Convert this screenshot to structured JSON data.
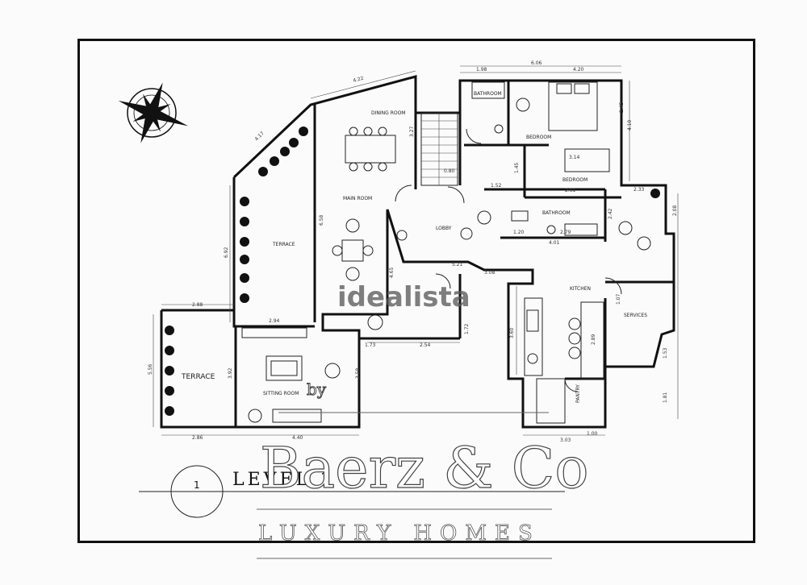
{
  "plan": {
    "level_label": "LEVEL 1",
    "level_number": "1",
    "rooms": {
      "dining_room": "DINING ROOM",
      "main_room": "MAIN ROOM",
      "terrace_upper": "TERRACE",
      "terrace_lower": "TERRACE",
      "sitting_room": "SITTING ROOM",
      "lobby": "LOBBY",
      "bathroom_top": "BATHROOM",
      "bedroom_top": "BEDROOM",
      "bedroom_mid": "BEDROOM",
      "bathroom_mid": "BATHROOM",
      "kitchen": "KITCHEN",
      "services": "SERVICES",
      "pantry": "PANTRY"
    },
    "dimensions": {
      "d_4_22": "4.22",
      "d_4_17": "4.17",
      "d_6_06": "6.06",
      "d_1_98": "1.98",
      "d_4_20": "4.20",
      "d_3_27": "3.27",
      "d_0_80": "0.80",
      "d_6_58": "6.58",
      "d_6_92": "6.92",
      "d_2_88": "2.88",
      "d_2_94": "2.94",
      "d_3_92": "3.92",
      "d_5_56": "5.56",
      "d_2_86": "2.86",
      "d_4_40": "4.40",
      "d_3_58": "3.58",
      "d_1_73": "1.73",
      "d_2_54": "2.54",
      "d_5_21": "5.21",
      "d_3_08": "3.08",
      "d_1_72": "1.72",
      "d_4_65": "4.65",
      "d_3_14": "3.14",
      "d_2_61": "2.61",
      "d_1_52": "1.52",
      "d_1_20": "1.20",
      "d_2_79": "2.79",
      "d_4_01": "4.01",
      "d_2_33": "2.33",
      "d_2_08": "2.08",
      "d_2_42": "2.42",
      "d_3_60": "3.60",
      "d_2_89": "2.89",
      "d_1_07": "1.07",
      "d_1_53": "1.53",
      "d_1_81": "1.81",
      "d_3_03": "3.03",
      "d_1_00": "1.00",
      "d_2_45": "2.45",
      "d_4_10": "4.10",
      "d_1_45": "1.45"
    }
  },
  "watermarks": {
    "idealista": "idealista",
    "by": "by",
    "brand": "Baerz & Co",
    "tagline": "LUXURY HOMES"
  }
}
